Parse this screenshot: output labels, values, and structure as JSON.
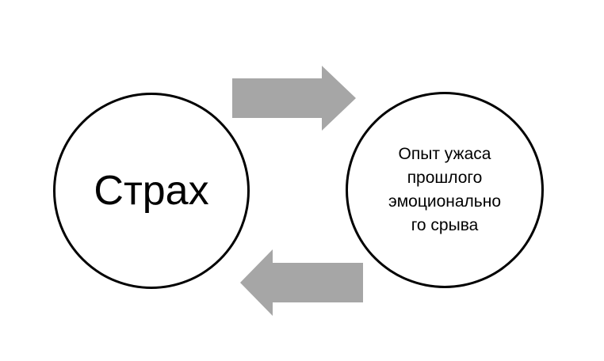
{
  "diagram": {
    "left_node": {
      "label": "Страх"
    },
    "right_node": {
      "label": "Опыт  ужаса\nпрошлого\nэмоционально\nго срыва"
    },
    "colors": {
      "outline": "#000000",
      "arrow_fill": "#a6a6a6",
      "background": "#ffffff"
    },
    "arrows": [
      {
        "from": "left_node",
        "to": "right_node",
        "direction": "right"
      },
      {
        "from": "right_node",
        "to": "left_node",
        "direction": "left"
      }
    ]
  }
}
